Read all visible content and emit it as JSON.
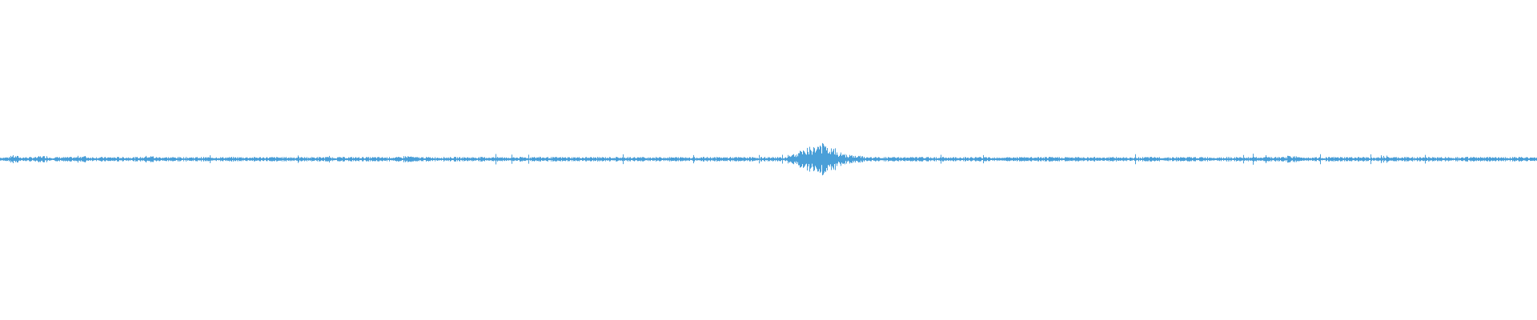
{
  "waveform": {
    "color": "#4a9fd8",
    "amplitude_scale": 1.0,
    "peaks": [
      0.02,
      0.03,
      0.02,
      0.02,
      0.03,
      0.02,
      0.02,
      0.02,
      0.03,
      0.02,
      0.02,
      0.02,
      0.02,
      0.02,
      0.02,
      0.03,
      0.02,
      0.02,
      0.02,
      0.02,
      0.02,
      0.02,
      0.02,
      0.02,
      0.02,
      0.02,
      0.02,
      0.02,
      0.02,
      0.02,
      0.02,
      0.02,
      0.02,
      0.02,
      0.02,
      0.02,
      0.02,
      0.02,
      0.02,
      0.02,
      0.02,
      0.02,
      0.03,
      0.02,
      0.02,
      0.02,
      0.02,
      0.02,
      0.02,
      0.02,
      0.02,
      0.02,
      0.02,
      0.02,
      0.02,
      0.02,
      0.02,
      0.02,
      0.02,
      0.02,
      0.02,
      0.02,
      0.02,
      0.02,
      0.02,
      0.02,
      0.02,
      0.02,
      0.02,
      0.02,
      0.02,
      0.02,
      0.02,
      0.02,
      0.02,
      0.02,
      0.02,
      0.02,
      0.02,
      0.02,
      0.02,
      0.02,
      0.05,
      0.08,
      0.12,
      0.15,
      0.1,
      0.06,
      0.04,
      0.03,
      0.02,
      0.02,
      0.02,
      0.02,
      0.02,
      0.02,
      0.02,
      0.02,
      0.02,
      0.02,
      0.02,
      0.02,
      0.02,
      0.02,
      0.02,
      0.02,
      0.02,
      0.02,
      0.02,
      0.02,
      0.02,
      0.02,
      0.02,
      0.02,
      0.02,
      0.02,
      0.02,
      0.02,
      0.02,
      0.02,
      0.02,
      0.02,
      0.02,
      0.02,
      0.02,
      0.02,
      0.02,
      0.02,
      0.02,
      0.02,
      0.02,
      0.02,
      0.02,
      0.02,
      0.03,
      0.02,
      0.02,
      0.02,
      0.02,
      0.02,
      0.02,
      0.02,
      0.02,
      0.02,
      0.02,
      0.02,
      0.02,
      0.02,
      0.02,
      0.02,
      0.02,
      0.02,
      0.02,
      0.02,
      0.02,
      0.02,
      0.02,
      0.02,
      0.02,
      0.02
    ]
  }
}
